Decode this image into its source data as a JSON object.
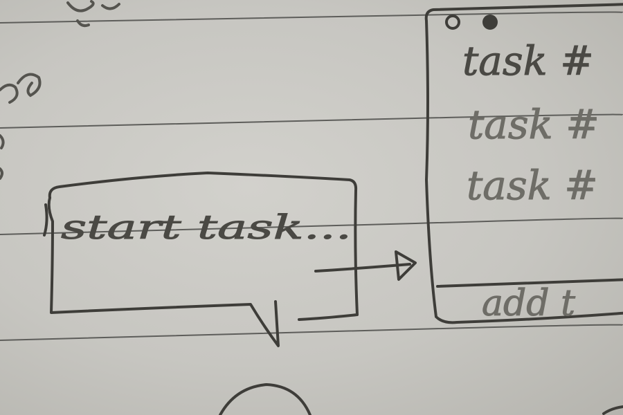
{
  "bubble": {
    "label": "start task..."
  },
  "window": {
    "tasks": [
      {
        "label": "task #"
      },
      {
        "label": "task #"
      },
      {
        "label": "task #"
      }
    ],
    "footer_label": "add t"
  },
  "colors": {
    "paper": "#cdccc7",
    "ruled_line": "#5d5d5a",
    "pencil": "#3e3d39"
  },
  "icons": {
    "window_dots": [
      "hollow-dot-icon",
      "filled-dot-icon"
    ],
    "arrow": "arrow-right-icon"
  }
}
